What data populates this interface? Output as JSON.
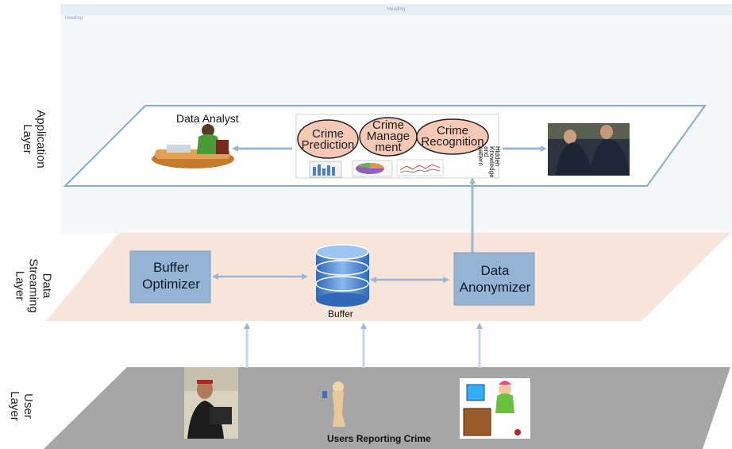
{
  "heading": {
    "bar": "Heading",
    "small": "Heading"
  },
  "layers": {
    "application": [
      "Application",
      "Layer"
    ],
    "streaming": [
      "Data",
      "Streaming",
      "Layer"
    ],
    "user": [
      "User",
      "Layer"
    ]
  },
  "application": {
    "analyst_label": "Data Analyst",
    "functions": [
      {
        "lines": [
          "Crime",
          "Prediction"
        ]
      },
      {
        "lines": [
          "Crime",
          "Manage",
          "ment"
        ]
      },
      {
        "lines": [
          "Crime",
          "Recognition"
        ]
      }
    ],
    "hidden_knowledge": [
      "Hidden",
      "Knowledge",
      "and",
      "pattern"
    ]
  },
  "streaming": {
    "buffer_optimizer": [
      "Buffer",
      "Optimizer"
    ],
    "buffer_label": "Buffer",
    "data_anonymizer": [
      "Data",
      "Anonymizer"
    ]
  },
  "user": {
    "caption": "Users Reporting Crime"
  },
  "colors": {
    "app_layer_border": "#8aaac8",
    "streaming_fill": "#f7e4da",
    "user_fill": "#a6a6a6",
    "box_fill": "#95b3d3",
    "arrow": "#9db7d0",
    "ellipse_fill": "#f6c9b7"
  }
}
